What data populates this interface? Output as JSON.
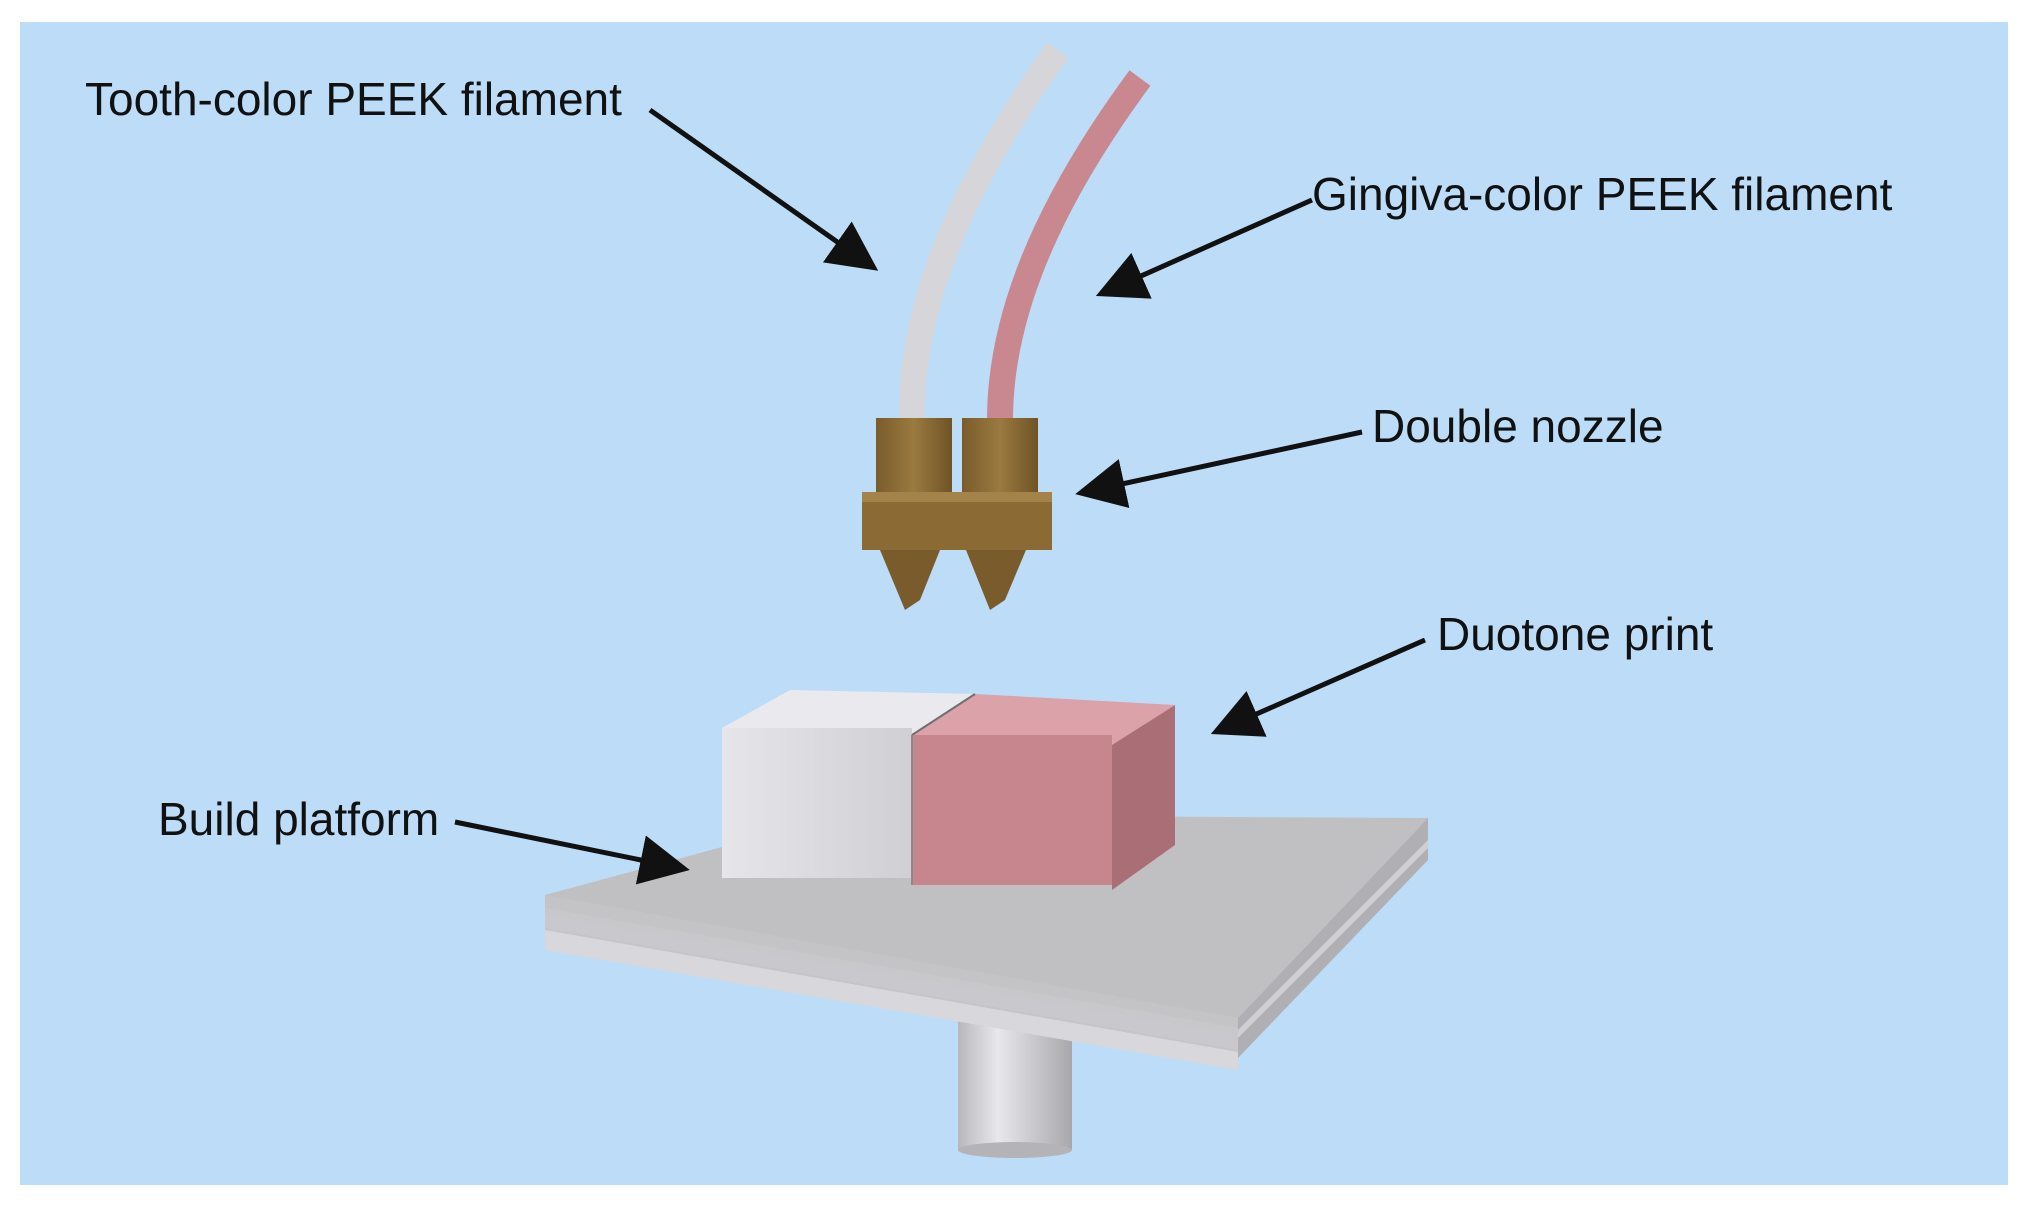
{
  "labels": {
    "tooth_filament": "Tooth-color PEEK filament",
    "gingiva_filament": "Gingiva-color PEEK filament",
    "double_nozzle": "Double nozzle",
    "duotone_print": "Duotone print",
    "build_platform": "Build platform"
  },
  "colors": {
    "background": "#bcdcf8",
    "tooth": "#d8d8dc",
    "gingiva": "#c98890",
    "nozzle": "#8a6a35",
    "platform": "#c2c2c4",
    "arrow": "#111111"
  }
}
